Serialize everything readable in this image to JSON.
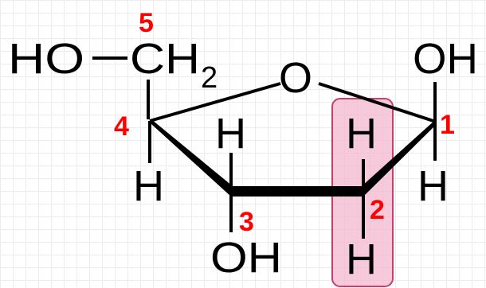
{
  "colors": {
    "bond": "#000000",
    "carbon_number": "#ff0000",
    "highlight_fill": "#f3b7cf",
    "highlight_stroke": "#c2426f"
  },
  "atoms": {
    "c5_group_ho": "HO",
    "c5_group_ch": "CH",
    "c5_group_sub": "2",
    "ring_oxygen": "O",
    "c1_oh": "OH",
    "c1_h": "H",
    "c2_h_top": "H",
    "c2_h_bottom": "H",
    "c3_h": "H",
    "c3_oh": "OH",
    "c4_h": "H"
  },
  "carbon_numbers": {
    "c1": "1",
    "c2": "2",
    "c3": "3",
    "c4": "4",
    "c5": "5"
  }
}
